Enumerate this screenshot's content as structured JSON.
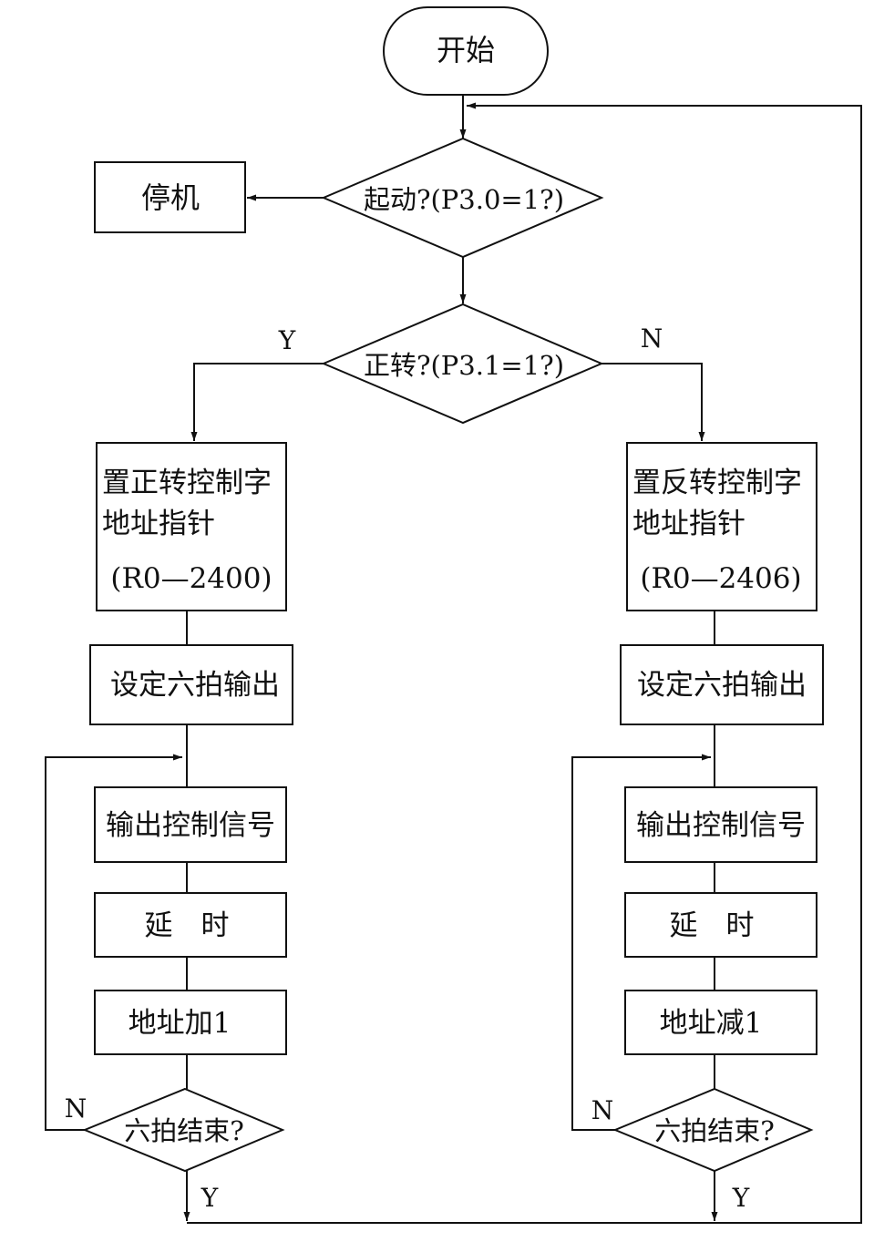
{
  "nodes": {
    "start": "开始",
    "stop": "停机",
    "start_check": "起动?(P3.0=1?)",
    "direction_check": "正转?(P3.1=1?)",
    "fwd_pointer_line1": "置正转控制字",
    "fwd_pointer_line2": "地址指针",
    "fwd_pointer_line3": "(R0—2400)",
    "rev_pointer_line1": "置反转控制字",
    "rev_pointer_line2": "地址指针",
    "rev_pointer_line3": "(R0—2406)",
    "fwd_set_six": "设定六拍输出",
    "rev_set_six": "设定六拍输出",
    "fwd_output": "输出控制信号",
    "rev_output": "输出控制信号",
    "fwd_delay": "延　时",
    "rev_delay": "延　时",
    "fwd_addr": "地址加1",
    "rev_addr": "地址减1",
    "fwd_end_check": "六拍结束?",
    "rev_end_check": "六拍结束?"
  },
  "labels": {
    "direction_yes": "Y",
    "direction_no": "N",
    "fwd_loop_no": "N",
    "fwd_exit_yes": "Y",
    "rev_loop_no": "N",
    "rev_exit_yes": "Y"
  }
}
